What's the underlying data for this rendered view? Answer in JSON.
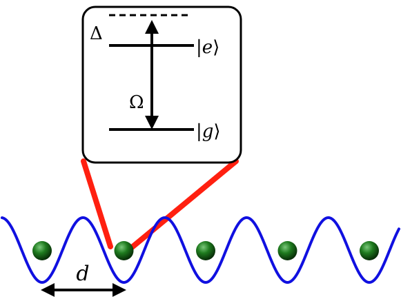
{
  "inset": {
    "detuning_symbol": "Δ",
    "rabi_symbol": "Ω",
    "excited_state": {
      "bar_open": "|",
      "letter": "e",
      "bracket_close": "⟩"
    },
    "ground_state": {
      "bar_open": "|",
      "letter": "g",
      "bracket_close": "⟩"
    }
  },
  "lattice": {
    "atom_count": 5,
    "spacing_label": "d"
  },
  "colors": {
    "lattice_potential": "#1010e0",
    "laser_beam": "#ff2010",
    "atom_light": "#7ac87a",
    "atom_mid": "#1e7a1e",
    "atom_dark": "#062806",
    "ink": "#000000"
  }
}
